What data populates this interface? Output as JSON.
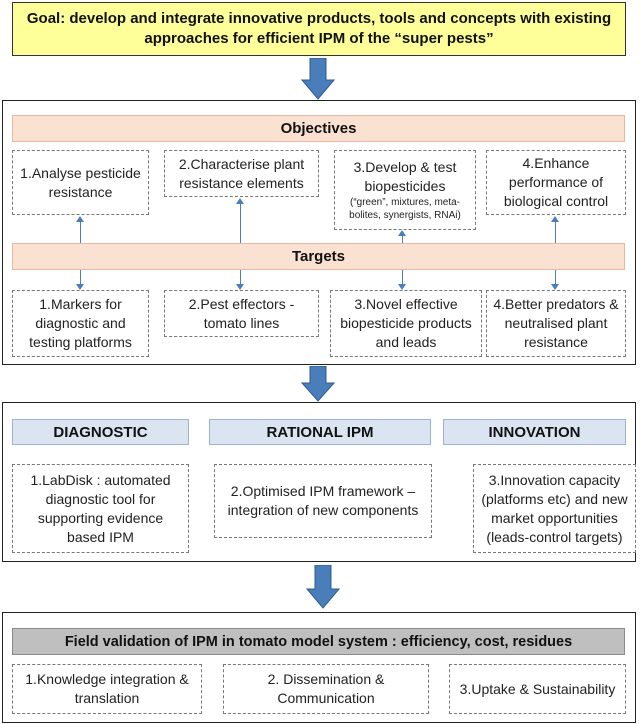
{
  "goal": "Goal: develop and integrate innovative products, tools and concepts with existing approaches for efficient IPM of the “super pests”",
  "objectives": {
    "header": "Objectives",
    "items": [
      {
        "text": "1.Analyse pesticide resistance"
      },
      {
        "text": "2.Characterise plant resistance elements"
      },
      {
        "text": "3.Develop & test biopesticides",
        "sub": "(“green”, mixtures, meta-bolites, synergists, RNAi)"
      },
      {
        "text": "4.Enhance performance of biological control"
      }
    ]
  },
  "targets": {
    "header": "Targets",
    "items": [
      {
        "text": "1.Markers for diagnostic and testing platforms"
      },
      {
        "text": "2.Pest effectors - tomato lines"
      },
      {
        "text": "3.Novel effective biopesticide products and leads"
      },
      {
        "text": "4.Better predators & neutralised plant resistance"
      }
    ]
  },
  "middle": {
    "headers": [
      "DIAGNOSTIC",
      "RATIONAL IPM",
      "INNOVATION"
    ],
    "items": [
      "1.LabDisk : automated diagnostic tool for supporting evidence based IPM",
      "2.Optimised IPM framework – integration of new components",
      "3.Innovation capacity (platforms etc) and new market opportunities (leads-control targets)"
    ]
  },
  "field": {
    "header": "Field validation of IPM in tomato model system : efficiency, cost, residues",
    "items": [
      "1.Knowledge integration & translation",
      "2. Dissemination & Communication",
      "3.Uptake & Sustainability"
    ]
  },
  "colors": {
    "goal_fill": "#ffff99",
    "arrow": "#4a7ebb",
    "objectives_fill": "#fbe1d2",
    "column_header_fill": "#dbe5f1",
    "field_header_fill": "#bfbfbf"
  }
}
